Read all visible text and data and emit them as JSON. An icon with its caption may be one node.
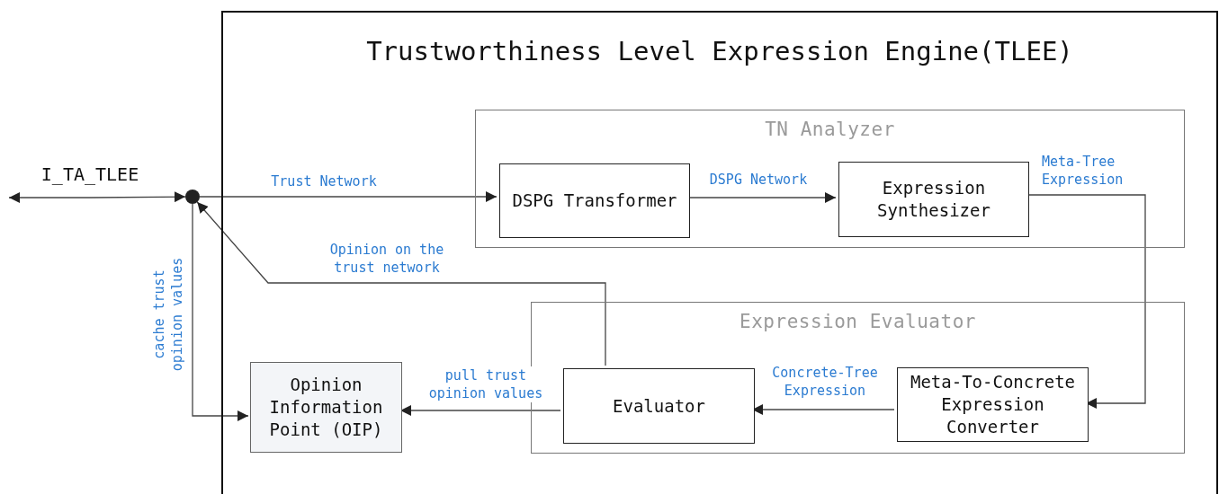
{
  "diagram": {
    "nodes": [
      {
        "text": [
          "Trustworthiness Level Expression Engine(TLEE)"
        ]
      },
      {
        "text": [
          "TN Analyzer"
        ],
        "in": 0
      },
      {
        "text": [
          "DSPG Transformer"
        ],
        "in": 1
      },
      {
        "text": [
          "Expression Synthesizer"
        ],
        "in": 1
      },
      {
        "text": [
          "Expression Evaluator"
        ],
        "in": 0
      },
      {
        "text": [
          "Evaluator"
        ],
        "in": 4
      },
      {
        "text": [
          "Meta-To-Concrete Expression Converter"
        ],
        "in": 4
      },
      {
        "text": [
          "Opinion Information Point (OIP)"
        ],
        "in": 0
      },
      {
        "text": [],
        "shape": "circle"
      }
    ],
    "edges": [
      {
        "from": null,
        "to": 8,
        "arrow": "both",
        "label": "I_TA_TLEE"
      },
      {
        "from": 8,
        "to": 2,
        "arrow": "to",
        "label": "Trust Network"
      },
      {
        "from": 2,
        "to": 3,
        "arrow": "to",
        "label": "DSPG Network"
      },
      {
        "from": 3,
        "to": 6,
        "arrow": "to",
        "label": "Meta-Tree Expression"
      },
      {
        "from": 6,
        "to": 5,
        "arrow": "to",
        "label": "Concrete-Tree Expression"
      },
      {
        "from": 5,
        "to": 8,
        "arrow": "to",
        "label": "Opinion on the trust network"
      },
      {
        "from": 5,
        "to": 7,
        "arrow": "to",
        "label": "pull trust opinion values"
      },
      {
        "from": 8,
        "to": 7,
        "arrow": "to",
        "label": "cache trust opinion values"
      }
    ]
  }
}
